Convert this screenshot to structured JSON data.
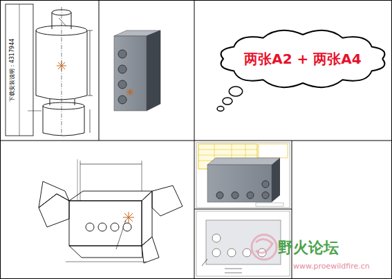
{
  "diagram": {
    "nodes": [
      {
        "text": [
          "两张A2 + 两张A4"
        ]
      }
    ],
    "labels": [
      "下载安装说明：4317944",
      "野火论坛",
      "www.proewildfire.cn"
    ]
  }
}
